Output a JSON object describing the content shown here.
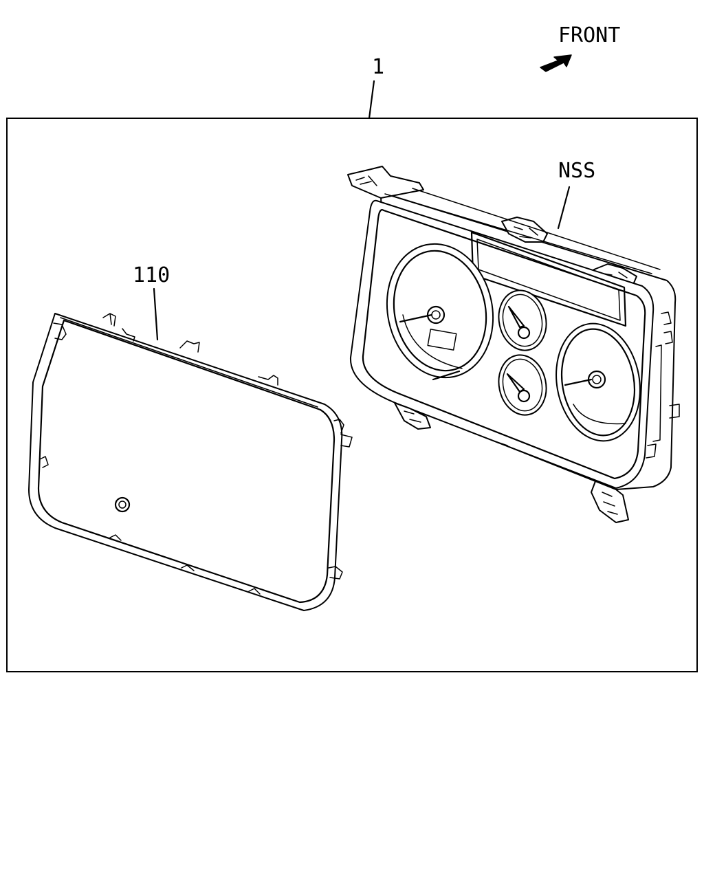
{
  "labels": {
    "front": "FRONT",
    "assembly": "1",
    "lens_cover": "110",
    "nss": "NSS"
  },
  "colors": {
    "line": "#000000",
    "background": "#ffffff"
  },
  "icons": {
    "front_arrow": "front-arrow-icon"
  }
}
